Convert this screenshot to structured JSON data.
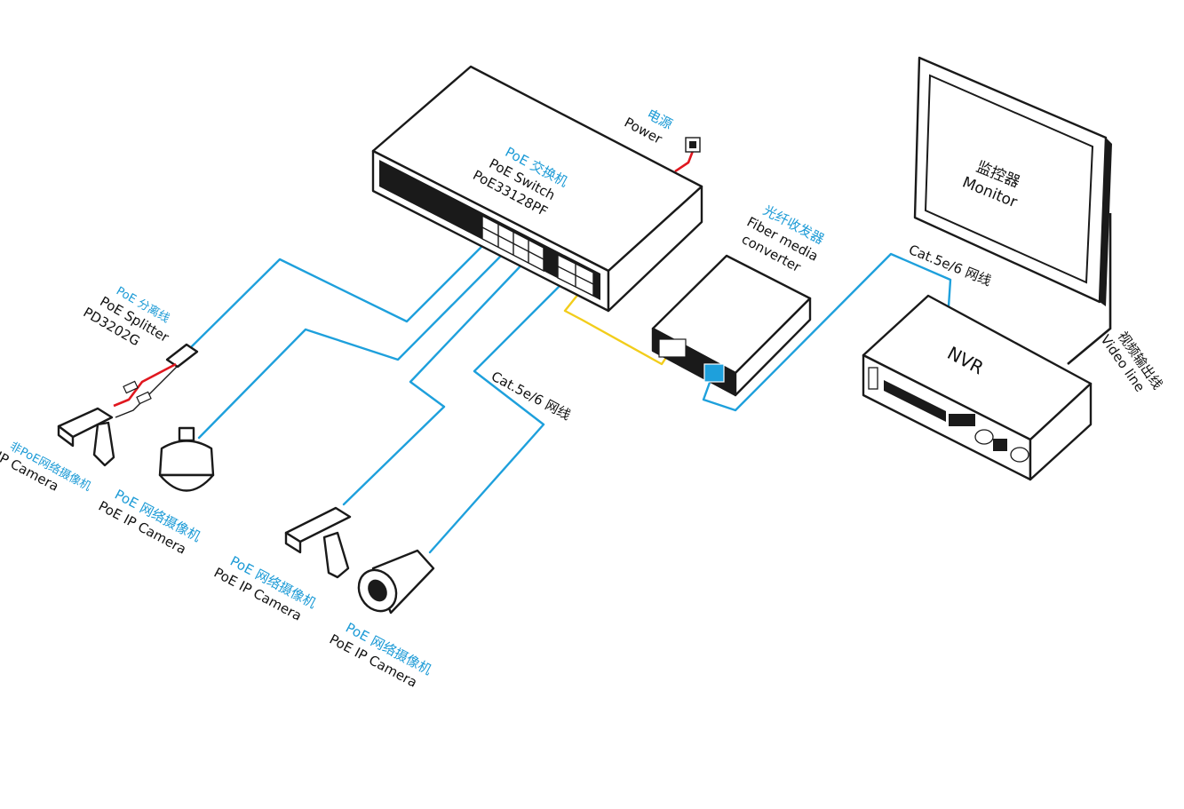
{
  "switch": {
    "name_cn": "PoE 交换机",
    "name_en": "PoE  Switch",
    "model": "PoE33128PF"
  },
  "power": {
    "cn": "电源",
    "en": "Power"
  },
  "fiber_converter": {
    "cn": "光纤收发器",
    "en1": "Fiber media",
    "en2": "converter"
  },
  "monitor": {
    "cn": "监控器",
    "en": "Monitor"
  },
  "nvr": {
    "label": "NVR"
  },
  "video_line": {
    "cn": "视频输出线",
    "en": "Video line"
  },
  "cable_right": {
    "label": "Cat.5e/6 网线"
  },
  "cable_left": {
    "label": "Cat.5e/6 网线"
  },
  "splitter": {
    "cn": "PoE 分离线",
    "en": "PoE Splitter",
    "model": "PD3202G"
  },
  "camera_non_poe": {
    "cn": "非PoE网络摄像机",
    "en": "IP Camera"
  },
  "camera_dome": {
    "cn": "PoE 网络摄像机",
    "en": "PoE IP Camera"
  },
  "camera_box": {
    "cn": "PoE 网络摄像机",
    "en": "PoE IP Camera"
  },
  "camera_bullet": {
    "cn": "PoE 网络摄像机",
    "en": "PoE IP Camera"
  },
  "colors": {
    "cat_cable": "#1ea0dc",
    "fiber": "#f2cd1b",
    "power_cable": "#e0171f",
    "blue_text": "#1b9ad6"
  }
}
